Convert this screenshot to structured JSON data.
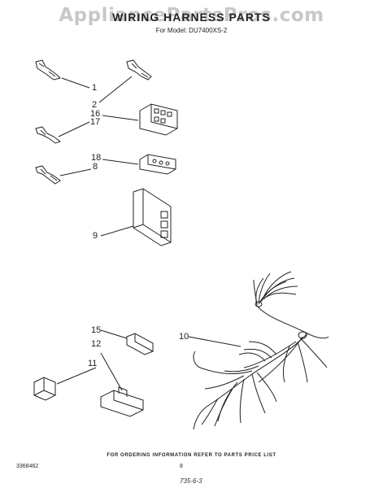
{
  "watermark": "AppliancePartsPros.com",
  "header": {
    "title": "WIRING HARNESS PARTS",
    "model": "For Model: DU7400XS-2"
  },
  "callouts": [
    "1",
    "2",
    "16",
    "17",
    "18",
    "8",
    "9",
    "15",
    "12",
    "11",
    "10"
  ],
  "footer": {
    "note": "FOR ORDERING INFORMATION REFER TO PARTS PRICE LIST",
    "part_number": "3368462",
    "page": "8",
    "handwritten": "735-6-3"
  },
  "colors": {
    "ink": "#222222",
    "watermark": "#c8c8c8",
    "background": "#ffffff"
  }
}
